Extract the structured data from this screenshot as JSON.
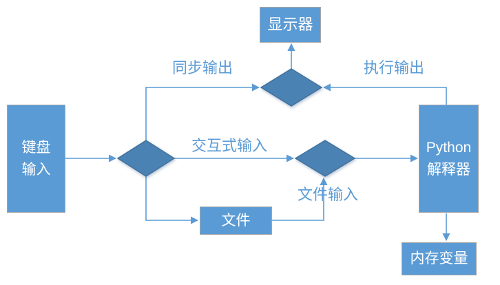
{
  "diagram": {
    "nodes": {
      "keyboard": {
        "line1": "键盘",
        "line2": "输入"
      },
      "display": {
        "label": "显示器"
      },
      "python": {
        "line1": "Python",
        "line2": "解释器"
      },
      "file": {
        "label": "文件"
      },
      "memory": {
        "label": "内存变量"
      }
    },
    "edge_labels": {
      "sync_output": "同步输出",
      "exec_output": "执行输出",
      "interactive_input": "交互式输入",
      "file_input": "文件输入"
    },
    "colors": {
      "node_fill": "#5B9BD5",
      "node_border": "#A6A6A6",
      "node_text": "#FFFFFF",
      "diamond_fill": "#4A82B4",
      "diamond_border": "#41719C",
      "connector": "#5B9BD5",
      "label_text": "#5B9BD5"
    }
  }
}
